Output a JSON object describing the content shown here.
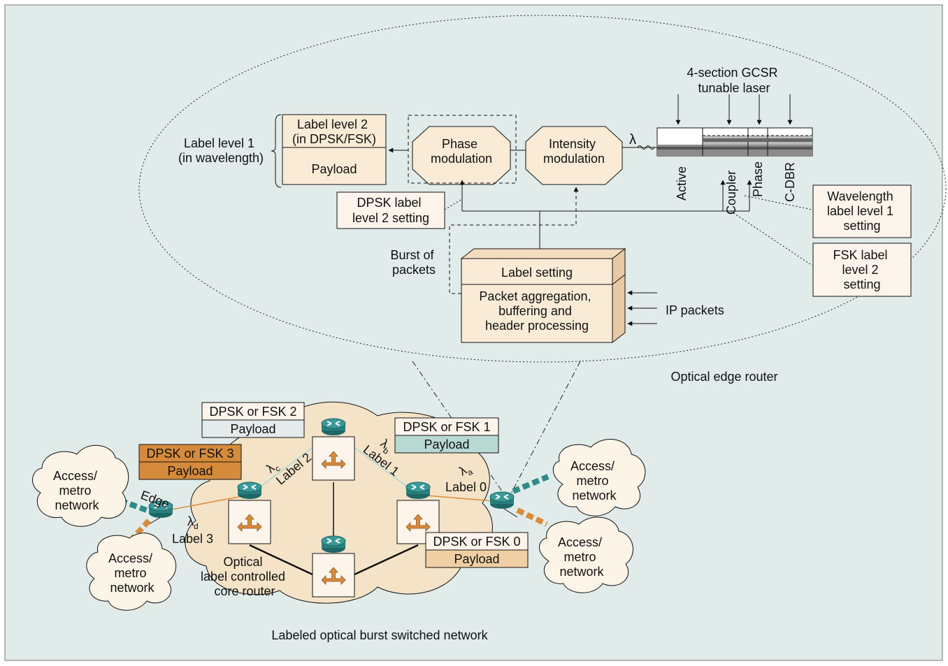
{
  "colors": {
    "panel_bg": "#e1ebea",
    "box_fill": "#faebd7",
    "box_fill_light": "#fdf5ec",
    "cloud_fill": "#fdf4e8",
    "core_fill": "#f5e3c8",
    "router_teal": "#2f8a8a",
    "arrow_orange": "#d98b3a",
    "payload_orange": "#d68a3c",
    "payload_teal": "#b8d8d2",
    "payload_grey": "#e4ebea",
    "payload_tan": "#f1cfa4"
  },
  "edge_router": {
    "laser_title": [
      "4-section GCSR",
      "tunable laser"
    ],
    "label_level1": [
      "Label level 1",
      "(in wavelength)"
    ],
    "label_level2": [
      "Label level 2",
      "(in DPSK/FSK)"
    ],
    "payload": "Payload",
    "phase_mod": [
      "Phase",
      "modulation"
    ],
    "intensity_mod": [
      "Intensity",
      "modulation"
    ],
    "lambda": "λ",
    "sections": [
      "Active",
      "Coupler",
      "Phase",
      "C-DBR"
    ],
    "dpsk_setting": [
      "DPSK label",
      "level 2 setting"
    ],
    "wavelength_setting": [
      "Wavelength",
      "label level 1",
      "setting"
    ],
    "fsk_setting": [
      "FSK label",
      "level 2",
      "setting"
    ],
    "burst": [
      "Burst of",
      "packets"
    ],
    "label_setting": "Label setting",
    "aggregation": [
      "Packet aggregation,",
      "buffering and",
      "header processing"
    ],
    "ip_packets": "IP packets",
    "caption": "Optical edge router"
  },
  "network": {
    "caption": "Labeled optical burst switched network",
    "packets": [
      {
        "label": "DPSK or FSK 2",
        "payload": "Payload"
      },
      {
        "label": "DPSK or FSK 1",
        "payload": "Payload"
      },
      {
        "label": "DPSK or FSK 3",
        "payload": "Payload"
      },
      {
        "label": "DPSK or FSK 0",
        "payload": "Payload"
      }
    ],
    "access_network": [
      "Access/",
      "metro",
      "network"
    ],
    "edge_label": "Edge",
    "core_label": [
      "Optical",
      "label controlled",
      "core router"
    ],
    "lambda": "λ",
    "wavelengths": [
      {
        "sub": "c",
        "text": "Label 2"
      },
      {
        "sub": "b",
        "text": "Label 1"
      },
      {
        "sub": "a",
        "text": "Label 0"
      },
      {
        "sub": "d",
        "text": "Label 3"
      }
    ]
  }
}
